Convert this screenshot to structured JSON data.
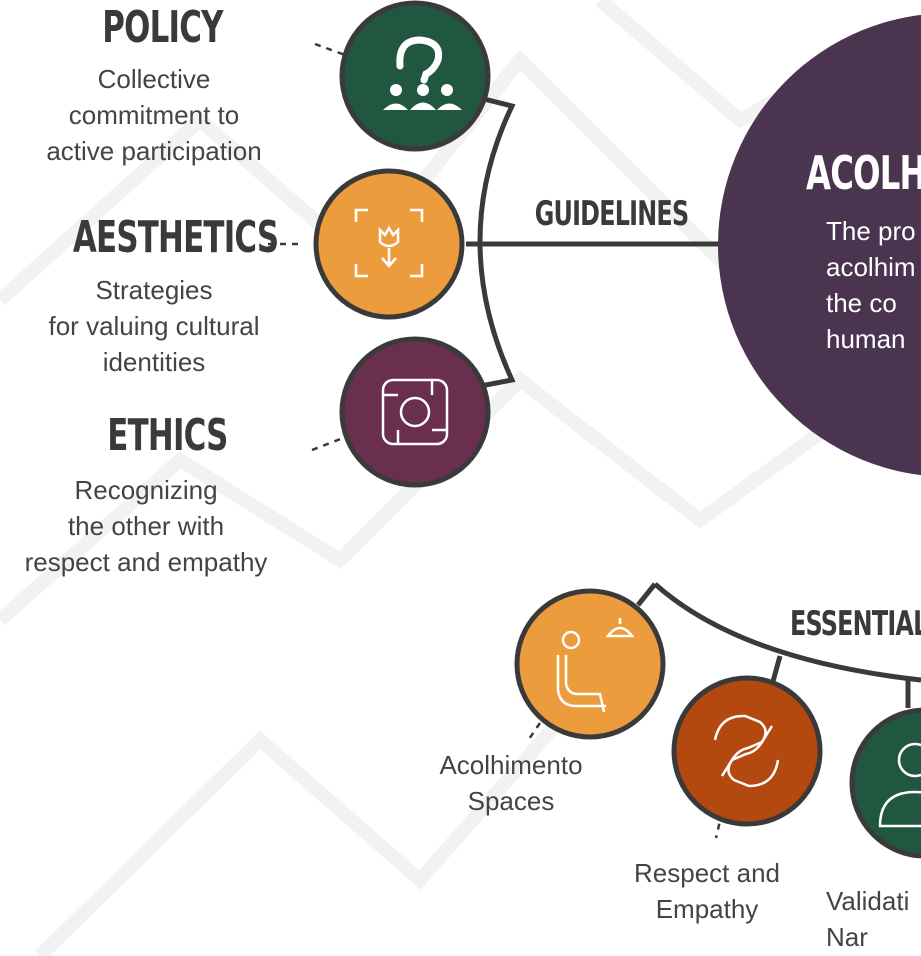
{
  "colors": {
    "green": "#215740",
    "orange": "#ec9c3d",
    "plum": "#6a2e4e",
    "purple": "#4a3450",
    "rust": "#b4490f",
    "stroke": "#3a3a3a"
  },
  "left_items": [
    {
      "title": "POLICY",
      "description": "Collective\ncommitment to\nactive participation",
      "icon": "people-question-icon"
    },
    {
      "title": "AESTHETICS",
      "description": "Strategies\nfor valuing cultural\nidentities",
      "icon": "flower-frame-icon"
    },
    {
      "title": "ETHICS",
      "description": "Recognizing\nthe other with\nrespect and empathy",
      "icon": "joined-hands-icon"
    }
  ],
  "guidelines_label": "GUIDELINES",
  "center": {
    "title": "ACOLHI",
    "text": "The pro\nacolhim\nthe co\nhuman"
  },
  "essential_label": "ESSENTIAL",
  "bottom_items": [
    {
      "label": "Acolhimento\nSpaces",
      "icon": "person-seated-lamp-icon"
    },
    {
      "label": "Respect and\nEmpathy",
      "icon": "handshake-fist-icon"
    },
    {
      "label": "Validati\nNar",
      "icon": "person-avatar-icon"
    }
  ]
}
